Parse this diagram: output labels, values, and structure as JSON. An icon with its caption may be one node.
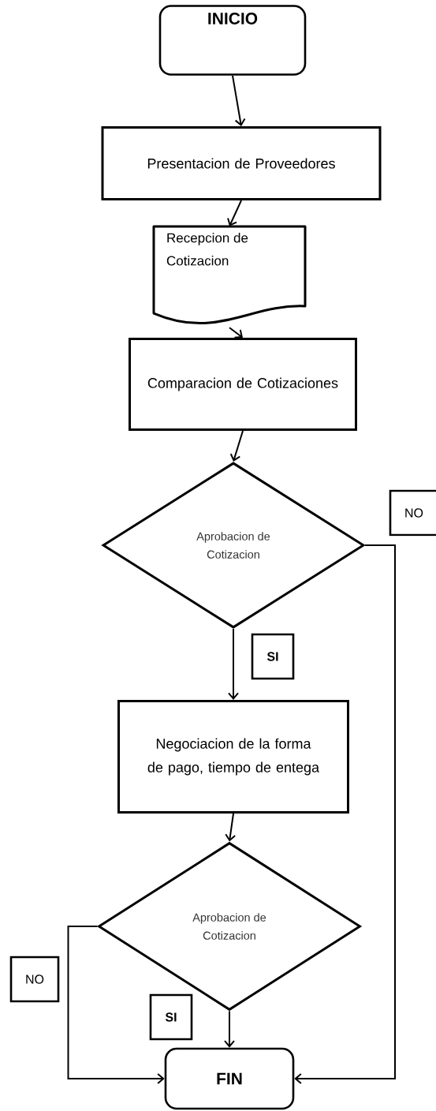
{
  "diagram": {
    "nodes": [
      {
        "text": [
          "INICIO"
        ]
      },
      {
        "text": [
          "Presentacion de Proveedores"
        ]
      },
      {
        "text": [
          "Recepcion de Cotizacion"
        ]
      },
      {
        "text": [
          "Comparacion de Cotizaciones"
        ]
      },
      {
        "text": [
          "Aprobacion de Cotizacion"
        ]
      },
      {
        "text": [
          "Negociacion de la forma de pago, tiempo de entega"
        ]
      },
      {
        "text": [
          "Aprobacion de Cotizacion"
        ]
      },
      {
        "text": [
          "FIN"
        ]
      }
    ],
    "edges": [
      {
        "from": 0,
        "to": 1,
        "arrow": "to"
      },
      {
        "from": 1,
        "to": 2,
        "arrow": "to"
      },
      {
        "from": 2,
        "to": 3,
        "arrow": "to"
      },
      {
        "from": 3,
        "to": 4,
        "arrow": "to"
      },
      {
        "from": 4,
        "to": 5,
        "arrow": "to",
        "label": "SI"
      },
      {
        "from": 4,
        "to": 7,
        "arrow": "to",
        "label": "NO"
      },
      {
        "from": 5,
        "to": 6,
        "arrow": "to"
      },
      {
        "from": 6,
        "to": 7,
        "arrow": "to",
        "label": "SI"
      },
      {
        "from": 6,
        "to": 7,
        "arrow": "to",
        "label": "NO"
      }
    ]
  }
}
